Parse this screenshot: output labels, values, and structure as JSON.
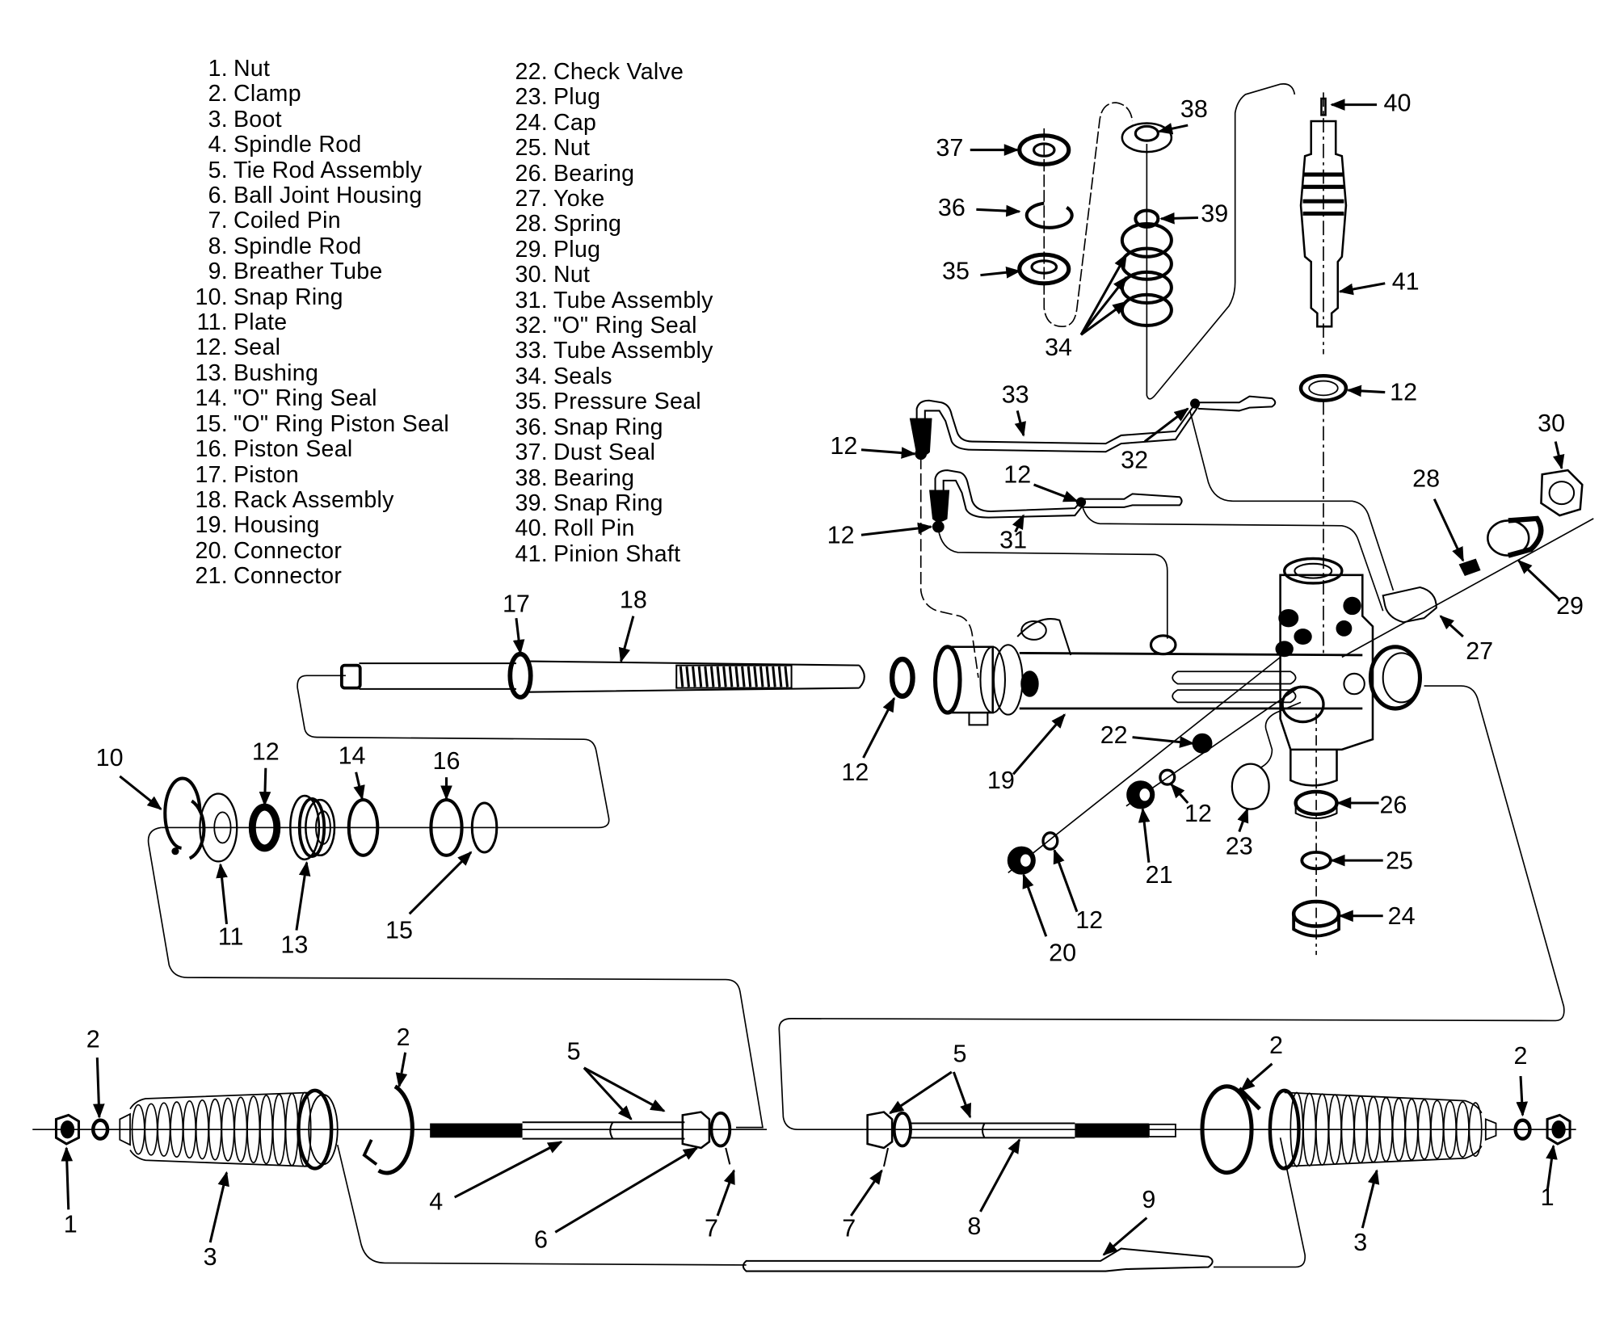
{
  "figure": {
    "title": "Power Steering Rack and Pinion Assembly - Exploded View",
    "line_color": "#000000",
    "background": "#ffffff"
  },
  "legend": {
    "left_column": [
      {
        "num": "1.",
        "label": "Nut"
      },
      {
        "num": "2.",
        "label": "Clamp"
      },
      {
        "num": "3.",
        "label": "Boot"
      },
      {
        "num": "4.",
        "label": "Spindle Rod"
      },
      {
        "num": "5.",
        "label": "Tie Rod Assembly"
      },
      {
        "num": "6.",
        "label": "Ball Joint Housing"
      },
      {
        "num": "7.",
        "label": "Coiled Pin"
      },
      {
        "num": "8.",
        "label": "Spindle Rod"
      },
      {
        "num": "9.",
        "label": "Breather Tube"
      },
      {
        "num": "10.",
        "label": "Snap Ring"
      },
      {
        "num": "11.",
        "label": "Plate"
      },
      {
        "num": "12.",
        "label": "Seal"
      },
      {
        "num": "13.",
        "label": "Bushing"
      },
      {
        "num": "14.",
        "label": "\"O\" Ring Seal"
      },
      {
        "num": "15.",
        "label": "\"O\" Ring Piston Seal"
      },
      {
        "num": "16.",
        "label": "Piston Seal"
      },
      {
        "num": "17.",
        "label": "Piston"
      },
      {
        "num": "18.",
        "label": "Rack Assembly"
      },
      {
        "num": "19.",
        "label": "Housing"
      },
      {
        "num": "20.",
        "label": "Connector"
      },
      {
        "num": "21.",
        "label": "Connector"
      }
    ],
    "right_column": [
      {
        "num": "22.",
        "label": "Check Valve"
      },
      {
        "num": "23.",
        "label": "Plug"
      },
      {
        "num": "24.",
        "label": "Cap"
      },
      {
        "num": "25.",
        "label": "Nut"
      },
      {
        "num": "26.",
        "label": "Bearing"
      },
      {
        "num": "27.",
        "label": "Yoke"
      },
      {
        "num": "28.",
        "label": "Spring"
      },
      {
        "num": "29.",
        "label": "Plug"
      },
      {
        "num": "30.",
        "label": "Nut"
      },
      {
        "num": "31.",
        "label": "Tube Assembly"
      },
      {
        "num": "32.",
        "label": "\"O\" Ring Seal"
      },
      {
        "num": "33.",
        "label": "Tube Assembly"
      },
      {
        "num": "34.",
        "label": "Seals"
      },
      {
        "num": "35.",
        "label": "Pressure Seal"
      },
      {
        "num": "36.",
        "label": "Snap Ring"
      },
      {
        "num": "37.",
        "label": "Dust Seal"
      },
      {
        "num": "38.",
        "label": "Bearing"
      },
      {
        "num": "39.",
        "label": "Snap Ring"
      },
      {
        "num": "40.",
        "label": "Roll Pin"
      },
      {
        "num": "41.",
        "label": "Pinion Shaft"
      }
    ]
  },
  "callouts": [
    {
      "id": "c1a",
      "text": "1",
      "part": "Nut"
    },
    {
      "id": "c2a",
      "text": "2",
      "part": "Clamp"
    },
    {
      "id": "c3a",
      "text": "3",
      "part": "Boot"
    },
    {
      "id": "c2b",
      "text": "2",
      "part": "Clamp"
    },
    {
      "id": "c4",
      "text": "4",
      "part": "Spindle Rod"
    },
    {
      "id": "c5a",
      "text": "5",
      "part": "Tie Rod Assembly"
    },
    {
      "id": "c6",
      "text": "6",
      "part": "Ball Joint Housing"
    },
    {
      "id": "c7a",
      "text": "7",
      "part": "Coiled Pin"
    },
    {
      "id": "c5b",
      "text": "5",
      "part": "Tie Rod Assembly"
    },
    {
      "id": "c7b",
      "text": "7",
      "part": "Coiled Pin"
    },
    {
      "id": "c8",
      "text": "8",
      "part": "Spindle Rod"
    },
    {
      "id": "c9",
      "text": "9",
      "part": "Breather Tube"
    },
    {
      "id": "c2c",
      "text": "2",
      "part": "Clamp"
    },
    {
      "id": "c3b",
      "text": "3",
      "part": "Boot"
    },
    {
      "id": "c2d",
      "text": "2",
      "part": "Clamp"
    },
    {
      "id": "c1b",
      "text": "1",
      "part": "Nut"
    },
    {
      "id": "c10",
      "text": "10",
      "part": "Snap Ring"
    },
    {
      "id": "c11",
      "text": "11",
      "part": "Plate"
    },
    {
      "id": "c12a",
      "text": "12",
      "part": "Seal"
    },
    {
      "id": "c13",
      "text": "13",
      "part": "Bushing"
    },
    {
      "id": "c14",
      "text": "14",
      "part": "\"O\" Ring Seal"
    },
    {
      "id": "c15",
      "text": "15",
      "part": "\"O\" Ring Piston Seal"
    },
    {
      "id": "c16",
      "text": "16",
      "part": "Piston Seal"
    },
    {
      "id": "c17",
      "text": "17",
      "part": "Piston"
    },
    {
      "id": "c18",
      "text": "18",
      "part": "Rack Assembly"
    },
    {
      "id": "c12b",
      "text": "12",
      "part": "Seal"
    },
    {
      "id": "c19",
      "text": "19",
      "part": "Housing"
    },
    {
      "id": "c12c",
      "text": "12",
      "part": "Seal"
    },
    {
      "id": "c12d",
      "text": "12",
      "part": "Seal"
    },
    {
      "id": "c12e",
      "text": "12",
      "part": "Seal"
    },
    {
      "id": "c31",
      "text": "31",
      "part": "Tube Assembly"
    },
    {
      "id": "c33",
      "text": "33",
      "part": "Tube Assembly"
    },
    {
      "id": "c32",
      "text": "32",
      "part": "\"O\" Ring Seal"
    },
    {
      "id": "c22",
      "text": "22",
      "part": "Check Valve"
    },
    {
      "id": "c12f",
      "text": "12",
      "part": "Seal"
    },
    {
      "id": "c21",
      "text": "21",
      "part": "Connector"
    },
    {
      "id": "c12g",
      "text": "12",
      "part": "Seal"
    },
    {
      "id": "c20",
      "text": "20",
      "part": "Connector"
    },
    {
      "id": "c23",
      "text": "23",
      "part": "Plug"
    },
    {
      "id": "c26",
      "text": "26",
      "part": "Bearing"
    },
    {
      "id": "c25",
      "text": "25",
      "part": "Nut"
    },
    {
      "id": "c24",
      "text": "24",
      "part": "Cap"
    },
    {
      "id": "c27",
      "text": "27",
      "part": "Yoke"
    },
    {
      "id": "c28",
      "text": "28",
      "part": "Spring"
    },
    {
      "id": "c29",
      "text": "29",
      "part": "Plug"
    },
    {
      "id": "c30",
      "text": "30",
      "part": "Nut"
    },
    {
      "id": "c37",
      "text": "37",
      "part": "Dust Seal"
    },
    {
      "id": "c36",
      "text": "36",
      "part": "Snap Ring"
    },
    {
      "id": "c35",
      "text": "35",
      "part": "Pressure Seal"
    },
    {
      "id": "c38",
      "text": "38",
      "part": "Bearing"
    },
    {
      "id": "c39",
      "text": "39",
      "part": "Snap Ring"
    },
    {
      "id": "c34",
      "text": "34",
      "part": "Seals"
    },
    {
      "id": "c40",
      "text": "40",
      "part": "Roll Pin"
    },
    {
      "id": "c41",
      "text": "41",
      "part": "Pinion Shaft"
    },
    {
      "id": "c12h",
      "text": "12",
      "part": "Seal"
    }
  ]
}
